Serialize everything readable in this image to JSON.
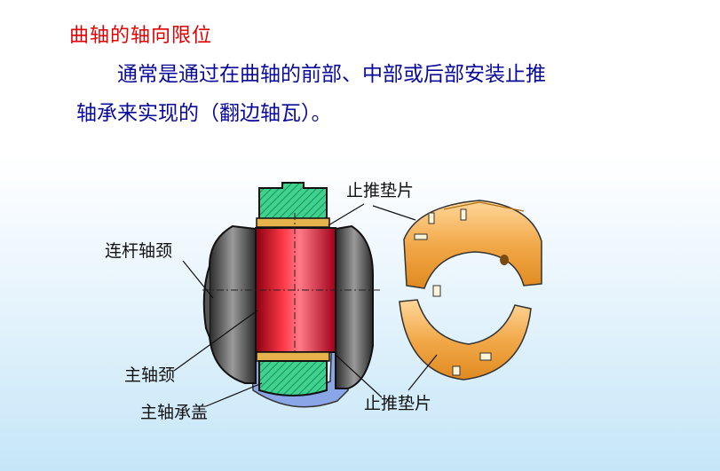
{
  "slide": {
    "title": "曲轴的轴向限位",
    "line1": "通常是通过在曲轴的前部、中部或后部安装止推",
    "line2": "轴承来实现的（翻边轴瓦）。"
  },
  "labels": {
    "thrust_top": "止推垫片",
    "rod_journal": "连杆轴颈",
    "main_journal": "主轴颈",
    "bearing_cap": "主轴承盖",
    "thrust_bottom": "止推垫片"
  }
}
